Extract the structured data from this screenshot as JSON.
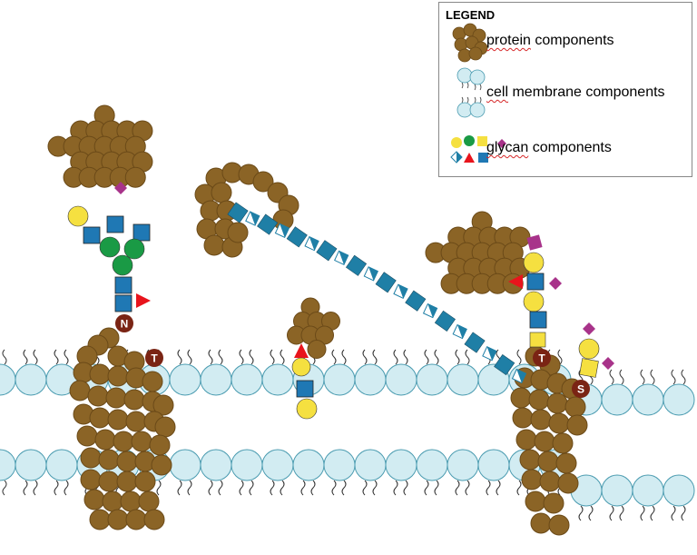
{
  "legend": {
    "title": "LEGEND",
    "items": [
      {
        "icon": "protein-cluster-icon",
        "prefix": "",
        "squiggly": "protein",
        "rest": " components"
      },
      {
        "icon": "lipid-icon",
        "prefix": "",
        "squiggly": "cell",
        "rest": " membrane components"
      },
      {
        "icon": "glycan-shapes-icon",
        "prefix": "",
        "squiggly": "glycan",
        "rest": " components"
      }
    ]
  },
  "labels": {
    "N": "N",
    "T1": "T",
    "T2": "T",
    "S": "S"
  },
  "colors": {
    "protein": "#8b6426",
    "protein_edge": "#6b4a18",
    "membrane": "#d2ecf2",
    "membrane_edge": "#4a9bb0",
    "glcnac_blue": "#1f78b4",
    "mannose_green": "#1a9a45",
    "galactose_yellow": "#f5e040",
    "fucose_red": "#e8141c",
    "sialic_purple": "#a8338a",
    "gag_teal": "#1f7fa6",
    "residue_badge": "#7a2414"
  }
}
